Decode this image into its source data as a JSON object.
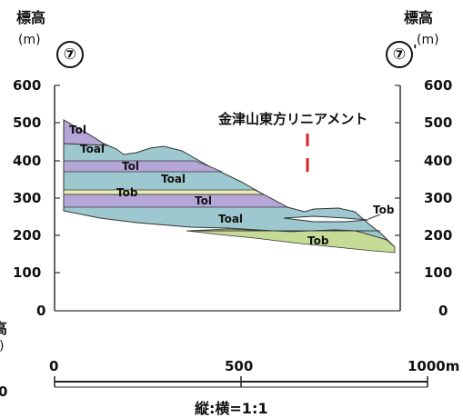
{
  "header": {
    "left_axis_title": "標高",
    "left_unit": "(m)",
    "left_marker": "⑦",
    "right_axis_title": "標高",
    "right_unit": "(m)",
    "right_marker": "⑦",
    "right_marker_prime": "'"
  },
  "elevation_ticks": [
    "600",
    "500",
    "400",
    "300",
    "200",
    "100",
    "0"
  ],
  "annotation": {
    "lineament_label": "金津山東方リニアメント",
    "lineament_color": "#d8232a"
  },
  "geology_units": [
    {
      "label": "Tol",
      "color": "#b6a6d8"
    },
    {
      "label": "Toal",
      "color": "#9ec8cf"
    },
    {
      "label": "Tol",
      "color": "#b6a6d8"
    },
    {
      "label": "Toal",
      "color": "#9ec8cf"
    },
    {
      "label": "Tob",
      "color": "#e9edb5"
    },
    {
      "label": "Tol",
      "color": "#b6a6d8"
    },
    {
      "label": "Toal",
      "color": "#9ec8cf"
    },
    {
      "label": "Tob",
      "color": "#c6dc96"
    },
    {
      "label": "Tob",
      "color": "#ffffff"
    }
  ],
  "scale_bar": {
    "ticks": [
      "0",
      "500",
      "1000m"
    ],
    "ratio_label": "縦:横=1:1"
  },
  "clipped_left": {
    "title_fragment": "高",
    "unit_fragment": ")",
    "tick_fragment": "0"
  }
}
